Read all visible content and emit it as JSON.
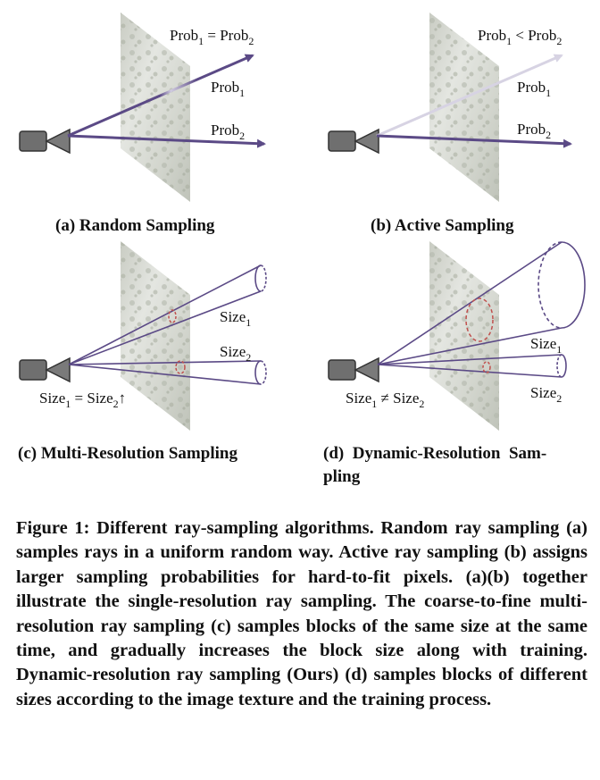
{
  "colors": {
    "ray": "#5b4a86",
    "ray_faded": "#d7d3e3",
    "block": "#c0504d"
  },
  "panels": {
    "a": {
      "caption": "(a) Random Sampling",
      "label_top": "Prob",
      "label_top_sub": "1",
      "label_top_mid": " = Prob",
      "label_top_sub2": "2",
      "label_1": "Prob",
      "label_1_sub": "1",
      "label_2": "Prob",
      "label_2_sub": "2"
    },
    "b": {
      "caption": "(b) Active Sampling",
      "label_top": "Prob",
      "label_top_sub": "1",
      "label_top_mid": " < Prob",
      "label_top_sub2": "2",
      "label_1": "Prob",
      "label_1_sub": "1",
      "label_2": "Prob",
      "label_2_sub": "2"
    },
    "c": {
      "caption": "(c) Multi-Resolution Sampling",
      "label_1": "Size",
      "label_1_sub": "1",
      "label_2": "Size",
      "label_2_sub": "2",
      "eq": "Size",
      "eq_sub": "1",
      "eq_mid": " = Size",
      "eq_sub2": "2",
      "eq_arrow": "↑"
    },
    "d": {
      "caption_line1": "(d)  Dynamic-Resolution  Sam-",
      "caption_line2": "pling",
      "label_1": "Size",
      "label_1_sub": "1",
      "label_2": "Size",
      "label_2_sub": "2",
      "eq": "Size",
      "eq_sub": "1",
      "eq_mid": " ≠ Size",
      "eq_sub2": "2"
    }
  },
  "figure_caption": "Figure 1: Different ray-sampling algorithms. Random ray sampling (a) samples rays in a uniform random way. Active ray sampling (b) assigns larger sampling probabilities for hard-to-fit pixels. (a)(b) together illustrate the single-resolution ray sampling. The coarse-to-fine multi-resolution ray sampling (c) samples blocks of the same size at the same time, and gradually increases the block size along with training. Dynamic-resolution ray sampling (Ours) (d) samples blocks of different sizes according to the image texture and the training process."
}
